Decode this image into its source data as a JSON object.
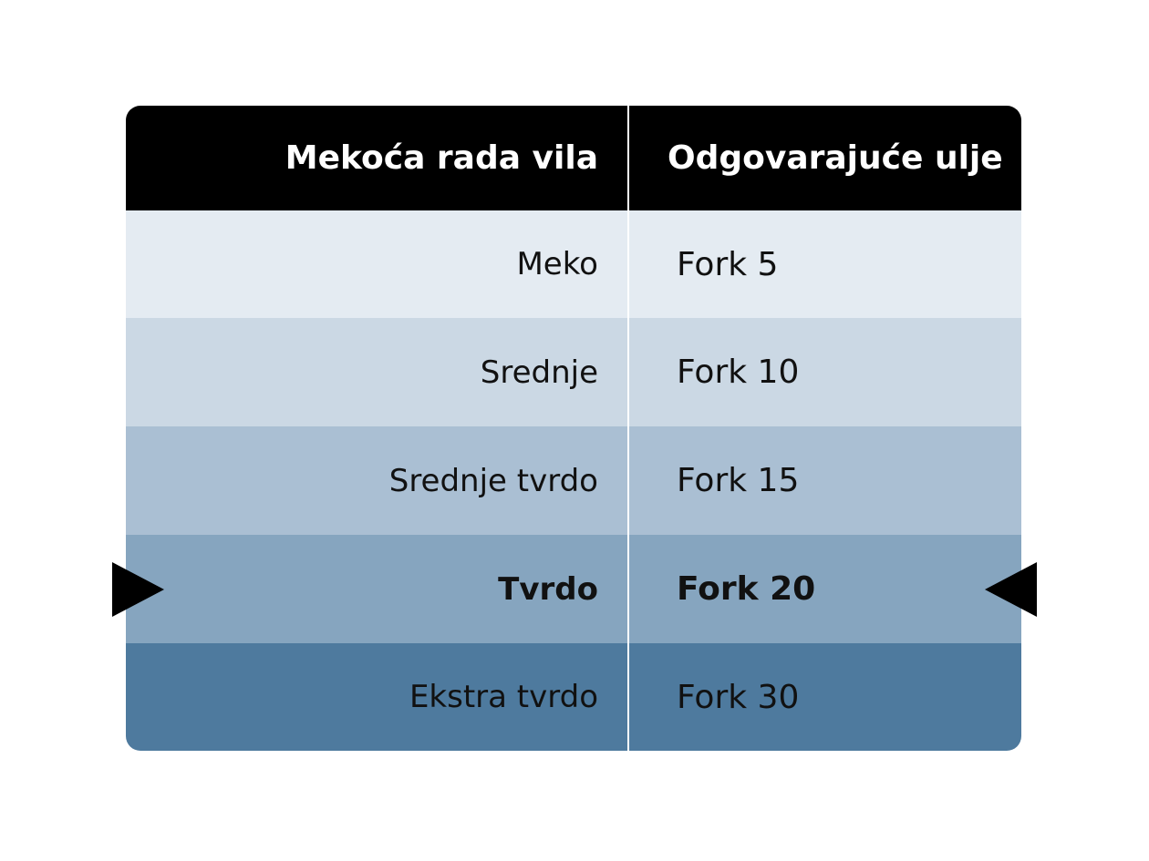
{
  "header": {
    "col1": "Mekoća rada vila",
    "col2": "Odgovarajuće ulje"
  },
  "rows": [
    {
      "hardness": "Meko",
      "oil": "Fork 5",
      "color": "#e4ebf2",
      "highlighted": false
    },
    {
      "hardness": "Srednje",
      "oil": "Fork 10",
      "color": "#cbd8e4",
      "highlighted": false
    },
    {
      "hardness": "Srednje tvrdo",
      "oil": "Fork 15",
      "color": "#aabfd3",
      "highlighted": false
    },
    {
      "hardness": "Tvrdo",
      "oil": "Fork 20",
      "color": "#86a5bf",
      "highlighted": true
    },
    {
      "hardness": "Ekstra tvrdo",
      "oil": "Fork 30",
      "color": "#4e7a9e",
      "highlighted": false
    }
  ]
}
